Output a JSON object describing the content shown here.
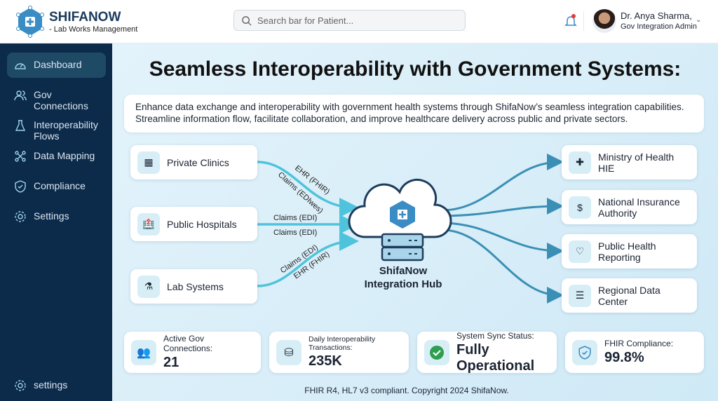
{
  "header": {
    "brand": "SHIFANOW",
    "subtitle": "- Lab Works Management",
    "search_placeholder": "Search bar for Patient...",
    "user_name": "Dr. Anya Sharma,",
    "user_role": "Gov Integration Admin"
  },
  "sidebar": {
    "items": [
      {
        "label": "Dashboard",
        "icon": "gauge-icon"
      },
      {
        "label": "Gov Connections",
        "icon": "users-icon"
      },
      {
        "label": "Interoperability Flows",
        "icon": "flask-icon"
      },
      {
        "label": "Data Mapping",
        "icon": "network-icon"
      },
      {
        "label": "Compliance",
        "icon": "shield-icon"
      },
      {
        "label": "Settings",
        "icon": "gear-icon"
      }
    ],
    "bottom": "settings"
  },
  "main": {
    "title": "Seamless Interoperability with Government Systems:",
    "description": "Enhance data exchange and interoperability with government health systems through ShifaNow’s seamless integration capabilities. Streamline information flow, facilitate collaboration, and improve healthcare delivery across public and private sectors.",
    "sources": [
      "Private Clinics",
      "Public Hospitals",
      "Lab Systems"
    ],
    "flows": {
      "a1": "EHR (FHIR)",
      "a2": "Claims (EDIwes)",
      "b1": "Claims (EDI)",
      "b2": "Claims (EDI)",
      "c1": "Claims (EDI)",
      "c2": "EHR (FHIR)"
    },
    "hub": {
      "line1": "ShifaNow",
      "line2": "Integration Hub"
    },
    "targets": [
      "Ministry of Health HIE",
      "National Insurance Authority",
      "Public Health Reporting",
      "Regional Data Center"
    ],
    "stats": [
      {
        "label": "Active Gov Connections:",
        "value": "21"
      },
      {
        "label": "Daily Interoperability Transactions:",
        "value": "235K"
      },
      {
        "label": "System Sync Status:",
        "value": "Fully Operational"
      },
      {
        "label": "FHIR Compliance:",
        "value": "99.8%"
      }
    ],
    "footer": "FHIR R4, HL7 v3 compliant. Copyright 2024 ShifaNow."
  },
  "colors": {
    "sidebar": "#0c2a4a",
    "accent": "#4fc3dc",
    "flow_out": "#3b8fb5"
  }
}
